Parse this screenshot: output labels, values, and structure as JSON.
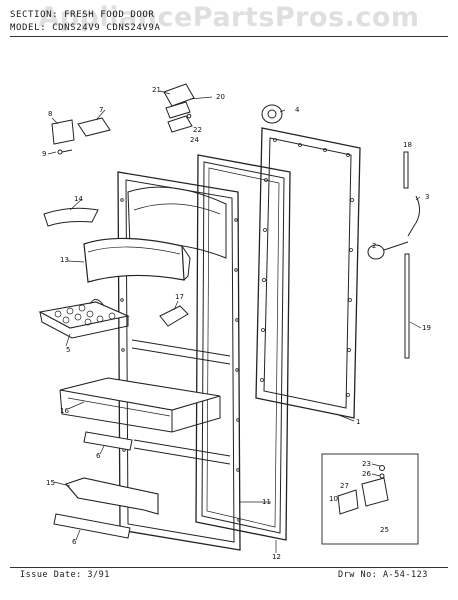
{
  "watermark": "AppliancePartsPros.com",
  "header": {
    "line1": "SECTION: FRESH FOOD DOOR",
    "line2": "MODEL: CDNS24V9  CDNS24V9A"
  },
  "footer": {
    "issue_date": "Issue Date: 3/91",
    "drawing_no": "Drw No: A-54-123"
  },
  "callouts": [
    "1",
    "2",
    "3",
    "4",
    "5",
    "6",
    "6",
    "7",
    "8",
    "9",
    "10",
    "11",
    "12",
    "13",
    "14",
    "15",
    "16",
    "17",
    "18",
    "19",
    "20",
    "21",
    "22",
    "23",
    "24",
    "25",
    "26",
    "27"
  ]
}
